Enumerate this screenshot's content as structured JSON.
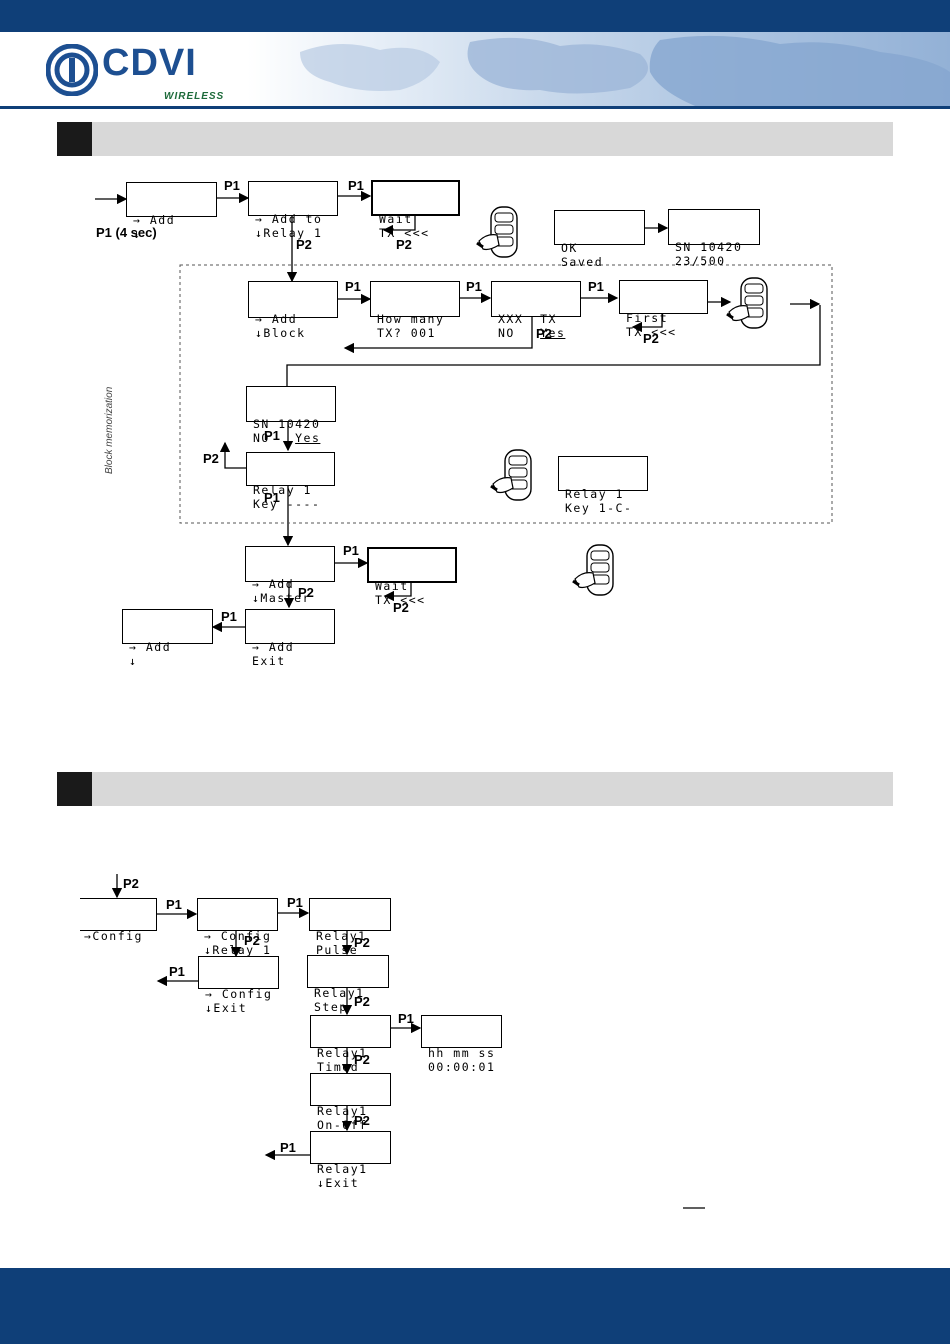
{
  "header": {
    "brand": "CDVI",
    "brand_sub": "WIRELESS",
    "colors": {
      "navy": "#0f3f78",
      "section_bar": "#d8d8d8",
      "brand_blue": "#1d4f91",
      "brand_green": "#1d6a3a"
    }
  },
  "section1": {
    "start_label": "P1 (4 sec)",
    "block_memorization_label": "Block memorization",
    "screens": {
      "add": [
        "→ Add",
        "↓"
      ],
      "add_relay": [
        "→ Add to",
        "↓Relay 1"
      ],
      "wait1": [
        "Wait",
        "TX <<<"
      ],
      "ok_saved": [
        "OK",
        "Saved"
      ],
      "sn1": [
        "SN 10420",
        "23/500"
      ],
      "add_block": [
        "→ Add",
        "↓Block"
      ],
      "how_many": [
        "How many",
        "TX? 001"
      ],
      "xxx_tx": [
        "XXX  TX",
        "NO   Yes"
      ],
      "first_tx": [
        "First",
        "TX <<<"
      ],
      "sn_yes": [
        "SN 10420",
        "NO   Yes"
      ],
      "relay_key": [
        "Relay 1",
        "Key ----"
      ],
      "relay_key2": [
        "Relay 1",
        "Key 1-C-"
      ],
      "add_master": [
        "→ Add",
        "↓Master"
      ],
      "wait2": [
        "Wait",
        "TX <<<"
      ],
      "add_exit": [
        "→ Add",
        "Exit"
      ],
      "add_final": [
        "→ Add",
        "↓"
      ]
    },
    "labels": {
      "p1": "P1",
      "p2": "P2"
    }
  },
  "section2": {
    "screens": {
      "config": [
        "→Config",
        ""
      ],
      "config_relay": [
        "→ Config",
        "↓Relay 1"
      ],
      "config_exit": [
        "→ Config",
        "↓Exit"
      ],
      "pulse": [
        "Relay1",
        "Pulse"
      ],
      "step": [
        "Relay1",
        "Step"
      ],
      "timed": [
        "Relay1",
        "Timed"
      ],
      "hhmmss": [
        "hh mm ss",
        "00:00:01"
      ],
      "onoff": [
        "Relay1",
        "On-Off"
      ],
      "relay_exit": [
        "Relay1",
        "↓Exit"
      ]
    },
    "labels": {
      "p1": "P1",
      "p2": "P2"
    }
  }
}
